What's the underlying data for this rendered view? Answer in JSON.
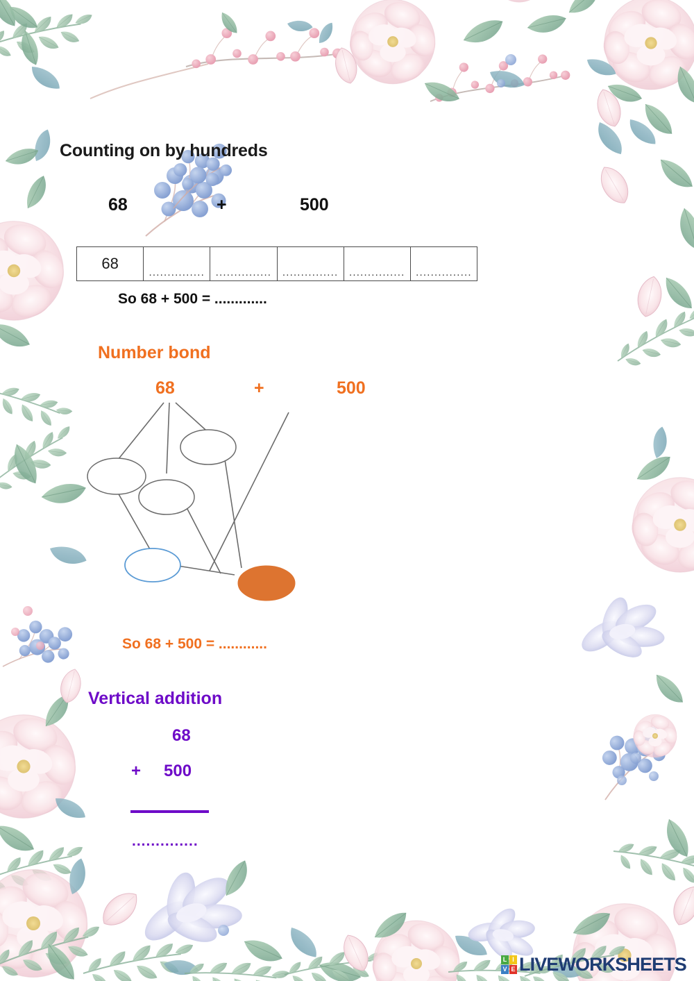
{
  "worksheet": {
    "title": "Counting on by hundreds",
    "problem": {
      "addend_a": "68",
      "operator": "+",
      "addend_b": "500"
    },
    "counting_table": {
      "cells": [
        {
          "value": "68",
          "dots": ""
        },
        {
          "value": "",
          "dots": "..............."
        },
        {
          "value": "",
          "dots": "..............."
        },
        {
          "value": "",
          "dots": "..............."
        },
        {
          "value": "",
          "dots": "..............."
        },
        {
          "value": "",
          "dots": "..............."
        }
      ]
    },
    "so_line_counting": "So 68 + 500 = .............",
    "number_bond": {
      "heading": "Number bond",
      "addend_a": "68",
      "operator": "+",
      "addend_b": "500",
      "so_line": "So 68 + 500 = ............",
      "bubbles": [
        {
          "name": "bubble-left",
          "value": "",
          "style": "outline-gray"
        },
        {
          "name": "bubble-middle",
          "value": "",
          "style": "outline-gray"
        },
        {
          "name": "bubble-upper-right",
          "value": "",
          "style": "outline-gray"
        },
        {
          "name": "bubble-lower-left",
          "value": "",
          "style": "outline-blue"
        },
        {
          "name": "bubble-answer",
          "value": "",
          "style": "filled-orange"
        }
      ]
    },
    "vertical_addition": {
      "heading": "Vertical addition",
      "top_number": "68",
      "operator": "+",
      "bottom_number": "500",
      "answer_dots": ".............."
    },
    "colors": {
      "orange": "#F07020",
      "orange_fill": "#DD7430",
      "purple": "#6E0BC8",
      "blue_outline": "#5B9BD5",
      "table_border": "#4A4A4A",
      "text_black": "#1A1A1A"
    }
  },
  "footer": {
    "logo_mark_letters": [
      "L",
      "I",
      "V",
      "E"
    ],
    "logo_text": "LIVEWORKSHEETS"
  }
}
